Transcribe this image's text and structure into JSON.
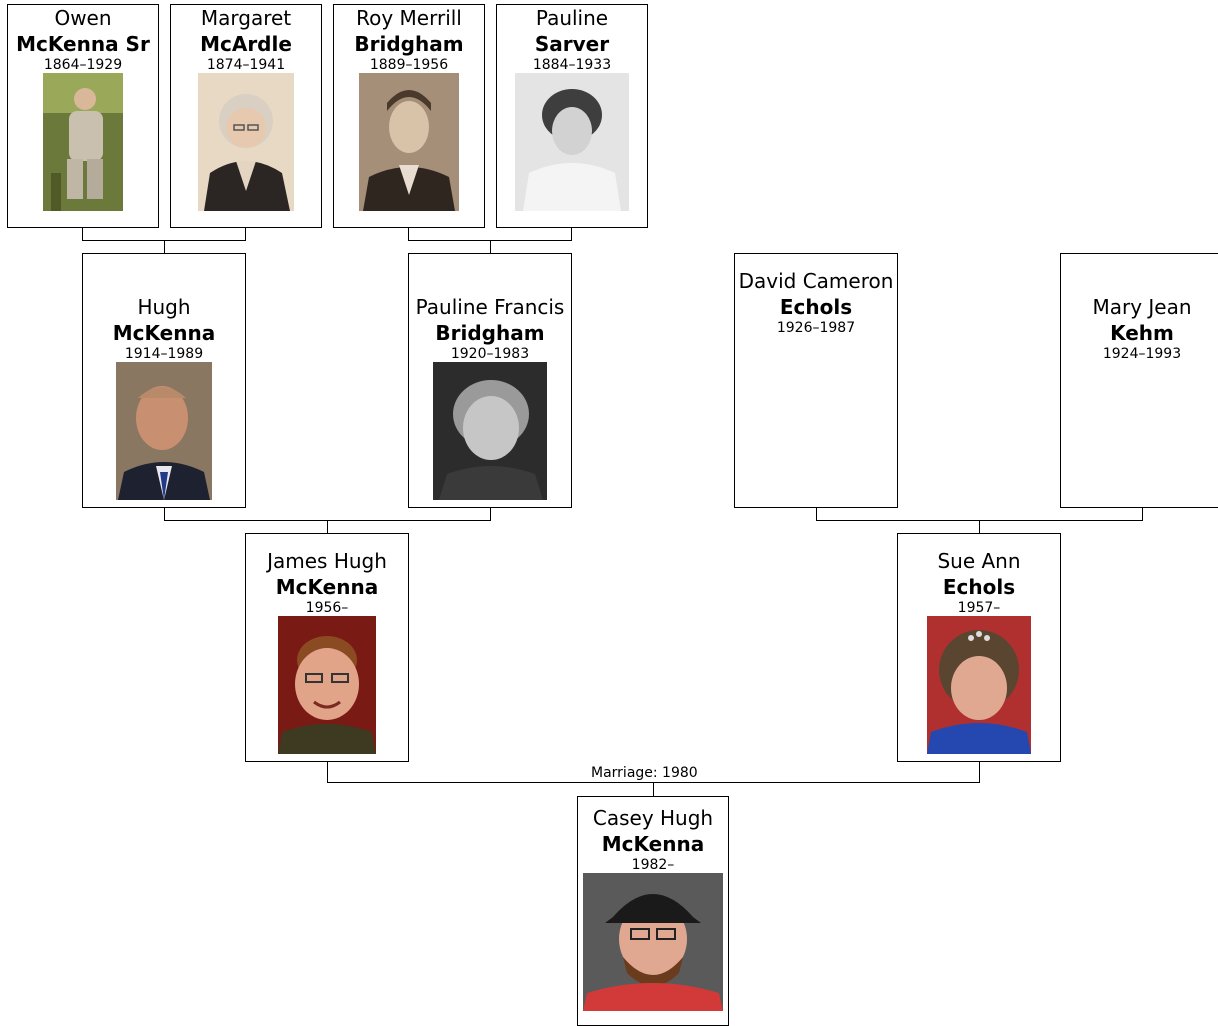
{
  "people": {
    "owen": {
      "given": "Owen",
      "surname": "McKenna Sr",
      "years": "1864–1929"
    },
    "margaret": {
      "given": "Margaret",
      "surname": "McArdle",
      "years": "1874–1941"
    },
    "roy": {
      "given": "Roy Merrill",
      "surname": "Bridgham",
      "years": "1889–1956"
    },
    "pauline": {
      "given": "Pauline",
      "surname": "Sarver",
      "years": "1884–1933"
    },
    "hugh": {
      "given": "Hugh",
      "surname": "McKenna",
      "years": "1914–1989"
    },
    "paulinef": {
      "given": "Pauline Francis",
      "surname": "Bridgham",
      "years": "1920–1983"
    },
    "david": {
      "given": "David Cameron",
      "surname": "Echols",
      "years": "1926–1987"
    },
    "maryjean": {
      "given": "Mary Jean",
      "surname": "Kehm",
      "years": "1924–1993"
    },
    "james": {
      "given": "James Hugh",
      "surname": "McKenna",
      "years": "1956–"
    },
    "sueann": {
      "given": "Sue Ann",
      "surname": "Echols",
      "years": "1957–"
    },
    "casey": {
      "given": "Casey Hugh",
      "surname": "McKenna",
      "years": "1982–"
    }
  },
  "marriage_label": "Marriage: 1980",
  "colors": {
    "border": "#000000",
    "background": "#ffffff"
  }
}
